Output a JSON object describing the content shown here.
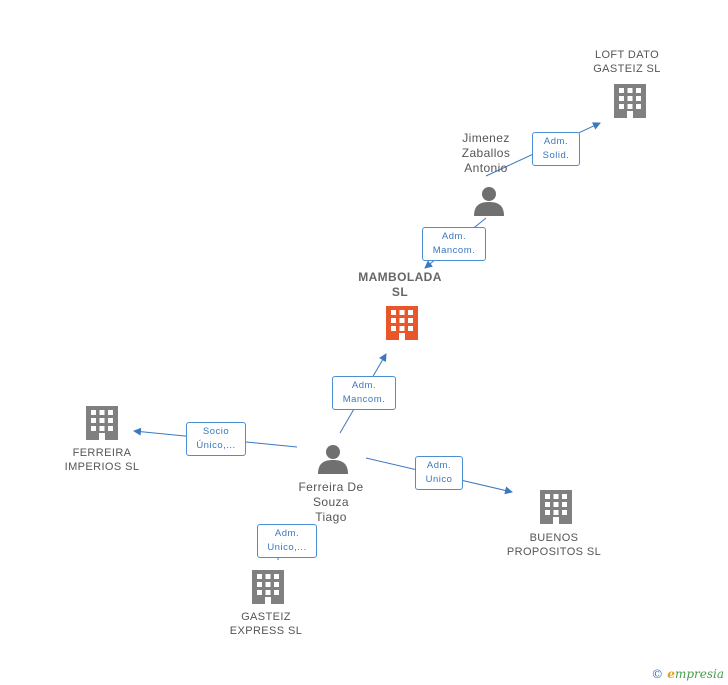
{
  "colors": {
    "edge": "#3a78c0",
    "company": "#808080",
    "company_main": "#e8562a",
    "person": "#707070"
  },
  "nodes": {
    "loft": {
      "lines": [
        "LOFT DATO",
        "GASTEIZ  SL"
      ],
      "icon": "building-icon"
    },
    "jimenez": {
      "lines": [
        "Jimenez",
        "Zaballos",
        "Antonio"
      ],
      "icon": "person-icon"
    },
    "mambolada": {
      "lines": [
        "MAMBOLADA",
        "SL"
      ],
      "icon": "building-icon"
    },
    "ferreira_imperios": {
      "lines": [
        "FERREIRA",
        "IMPERIOS  SL"
      ],
      "icon": "building-icon"
    },
    "ferreira_souza": {
      "lines": [
        "Ferreira De",
        "Souza",
        "Tiago"
      ],
      "icon": "person-icon"
    },
    "buenos": {
      "lines": [
        "BUENOS",
        "PROPOSITOS SL"
      ],
      "icon": "building-icon"
    },
    "gasteiz_express": {
      "lines": [
        "GASTEIZ",
        "EXPRESS  SL"
      ],
      "icon": "building-icon"
    }
  },
  "edges": {
    "e1": {
      "lines": [
        "Adm.",
        "Solid."
      ]
    },
    "e2": {
      "lines": [
        "Adm.",
        "Mancom."
      ]
    },
    "e3": {
      "lines": [
        "Adm.",
        "Mancom."
      ]
    },
    "e4": {
      "lines": [
        "Socio",
        "Único,..."
      ]
    },
    "e5": {
      "lines": [
        "Adm.",
        "Unico"
      ]
    },
    "e6": {
      "lines": [
        "Adm.",
        "Unico,..."
      ]
    }
  },
  "footer": {
    "copyright": "©",
    "brand_initial": "e",
    "brand_rest": "mpresia"
  }
}
